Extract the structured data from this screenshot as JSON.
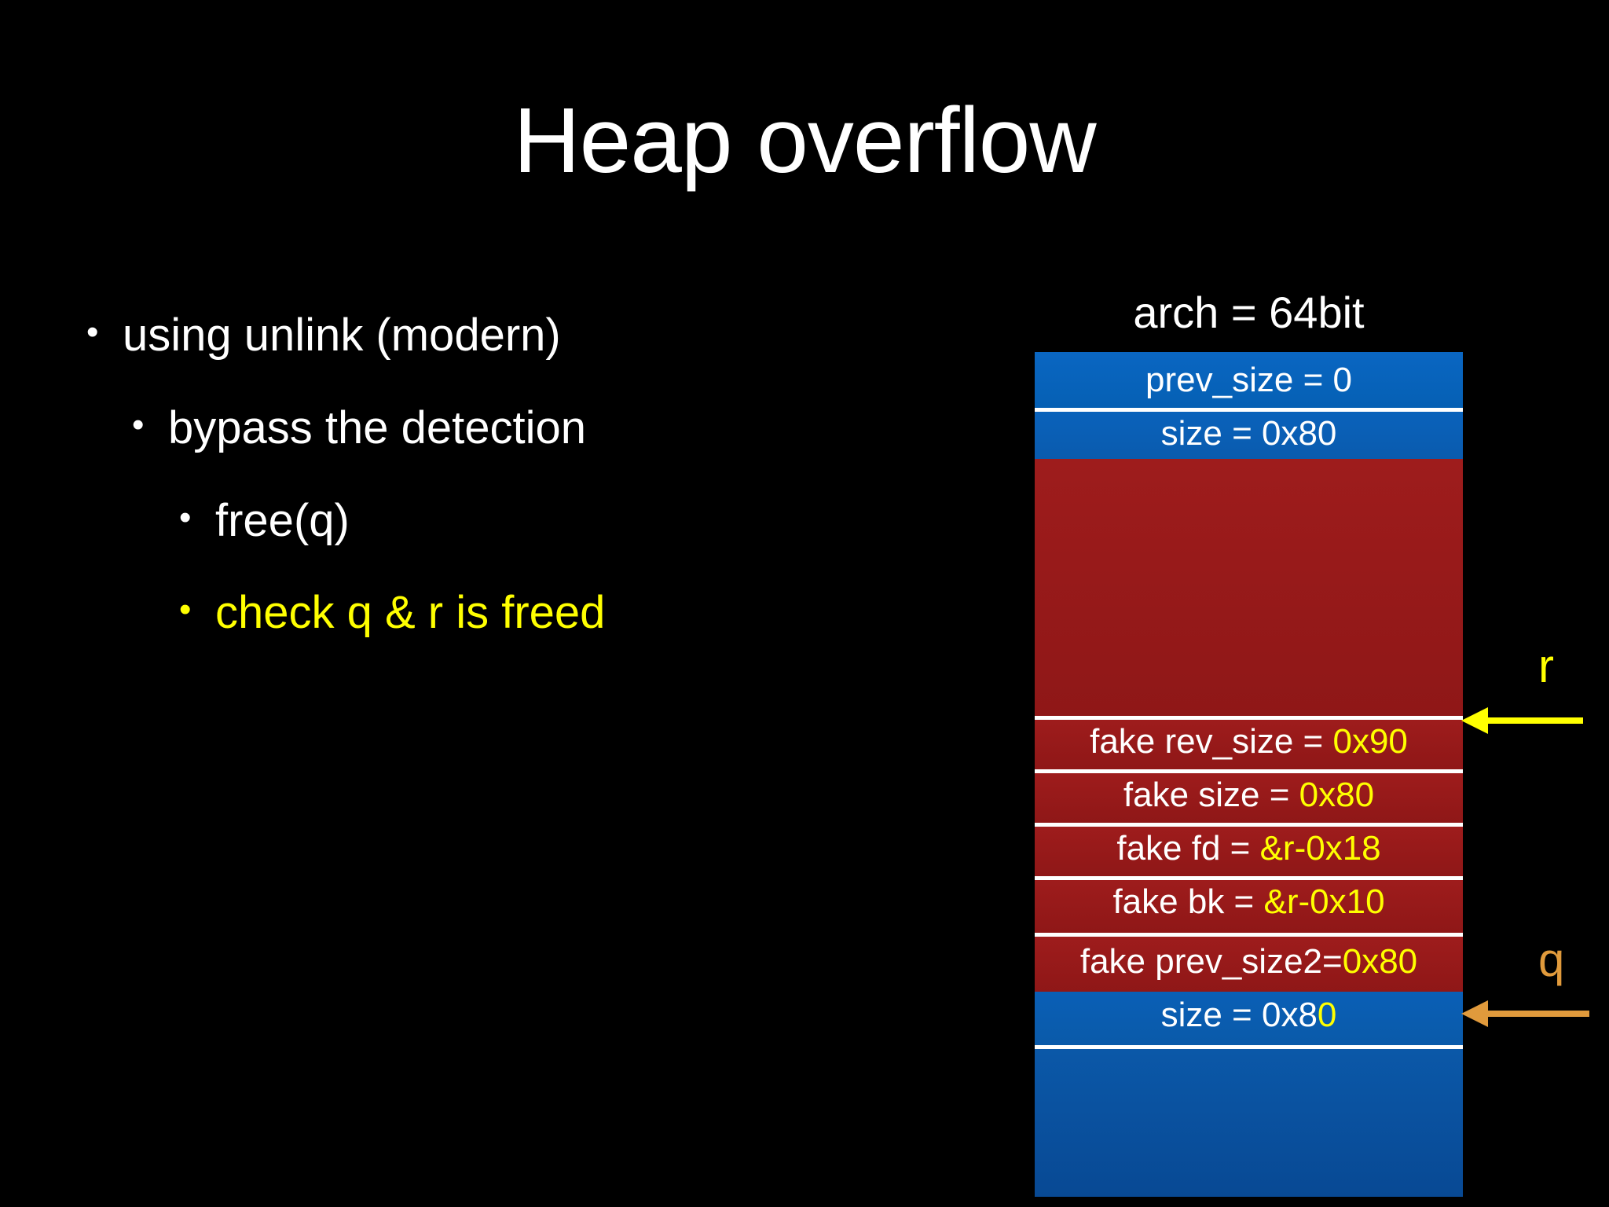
{
  "slide": {
    "title": "Heap overflow",
    "background_color": "#000000"
  },
  "bullets": [
    {
      "level": 1,
      "marker": "•",
      "text": "using unlink (modern)",
      "color": "#ffffff"
    },
    {
      "level": 2,
      "marker": "•",
      "text": "bypass the detection",
      "color": "#ffffff"
    },
    {
      "level": 3,
      "marker": "•",
      "text": "free(q)",
      "color": "#ffffff"
    },
    {
      "level": 3,
      "marker": "•",
      "text": "check q & r is freed",
      "color": "#ffff00"
    }
  ],
  "diagram": {
    "arch_label": "arch = 64bit",
    "colors": {
      "blue": "#0a62bb",
      "red": "#9e1c1c",
      "separator": "#ffffff",
      "highlight_yellow": "#ffff00",
      "pointer_q": "#e09a3c",
      "pointer_r": "#ffff00"
    },
    "rows": [
      {
        "id": "prev-size",
        "fill": "blue",
        "label": "prev_size = 0",
        "value": "",
        "value_color": "#ffffff"
      },
      {
        "id": "size-top",
        "fill": "blue",
        "label": "size = 0x80",
        "value": "",
        "value_color": "#ffffff"
      },
      {
        "id": "chunk-body-red",
        "fill": "red",
        "label": "",
        "value": "",
        "value_color": ""
      },
      {
        "id": "fake-rev-size",
        "fill": "red",
        "label": "fake rev_size = ",
        "value": "0x90",
        "value_color": "#ffff00"
      },
      {
        "id": "fake-size",
        "fill": "red",
        "label": "fake size = ",
        "value": "0x80",
        "value_color": "#ffff00"
      },
      {
        "id": "fake-fd",
        "fill": "red",
        "label": "fake fd = ",
        "value": "&r-0x18",
        "value_color": "#ffff00"
      },
      {
        "id": "fake-bk",
        "fill": "red",
        "label": "fake bk = ",
        "value": "&r-0x10",
        "value_color": "#ffff00"
      },
      {
        "id": "fake-prev-size2",
        "fill": "red",
        "label": "fake prev_size2=",
        "value": "0x80",
        "value_color": "#ffff00"
      },
      {
        "id": "size-bottom",
        "fill": "blue",
        "label": "size = 0x8",
        "value": "0",
        "value_color": "#ffff00"
      },
      {
        "id": "chunk-body-blue",
        "fill": "blue",
        "label": "",
        "value": "",
        "value_color": ""
      }
    ],
    "pointers": [
      {
        "id": "r",
        "label": "r",
        "color": "#ffff00",
        "points_to": "fake-rev-size"
      },
      {
        "id": "q",
        "label": "q",
        "color": "#e09a3c",
        "points_to": "size-bottom"
      }
    ]
  }
}
